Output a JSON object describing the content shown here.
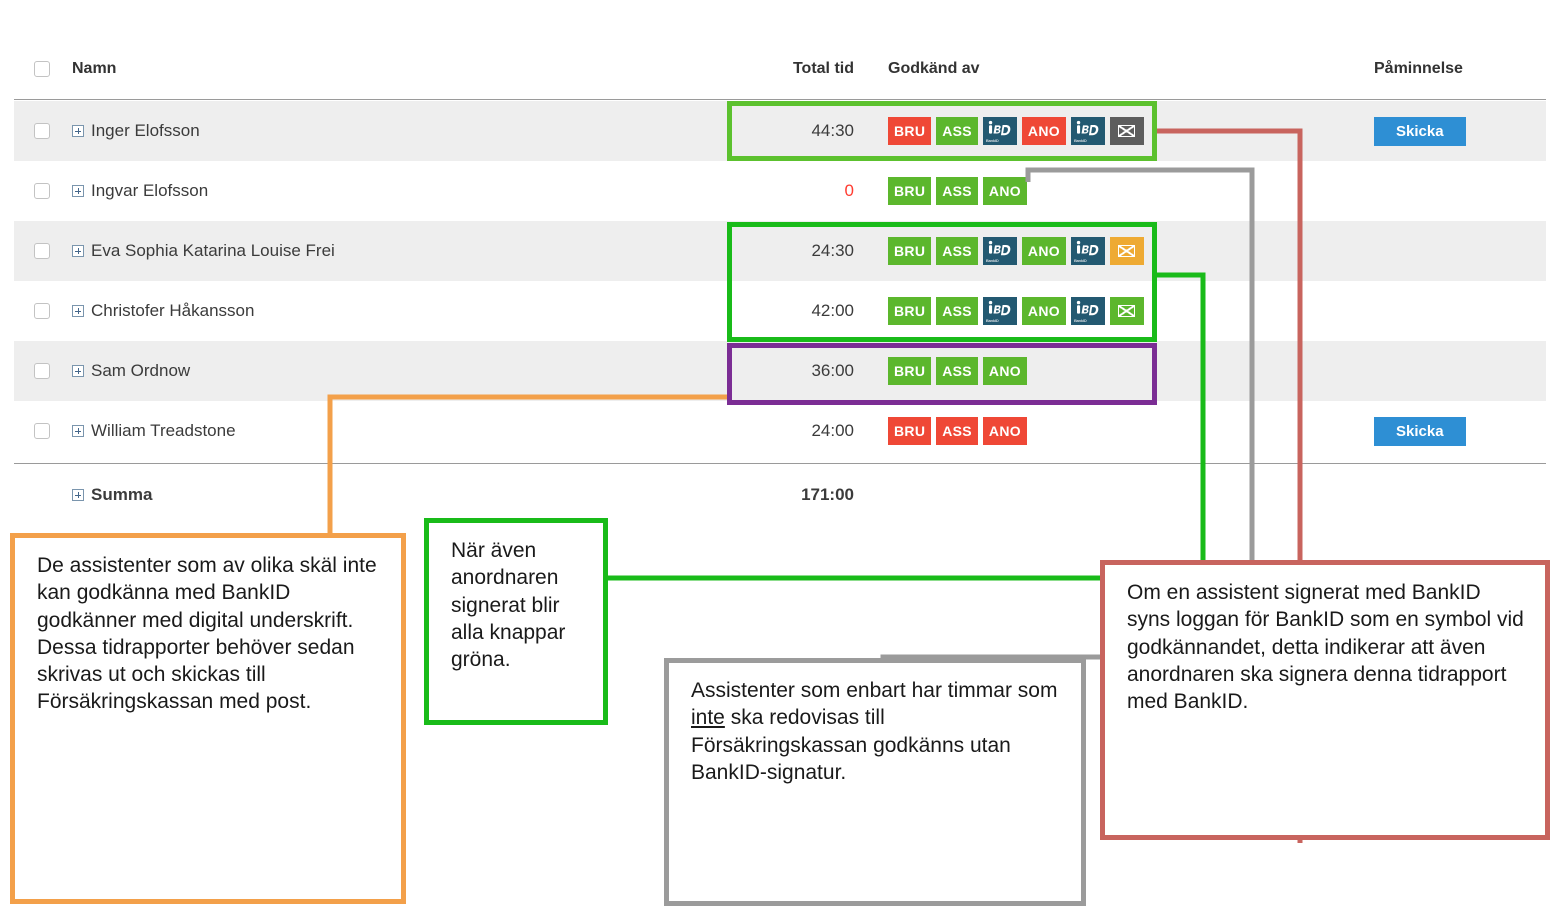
{
  "table": {
    "columns": {
      "select": "",
      "name": "Namn",
      "total_time": "Total tid",
      "approved_by": "Godkänd av",
      "reminder": "Påminnelse"
    },
    "rows": [
      {
        "name": "Inger Elofsson",
        "time": "44:30",
        "time_state": "normal",
        "badges": [
          {
            "label": "BRU",
            "type": "text",
            "color": "#ef4836"
          },
          {
            "label": "ASS",
            "type": "text",
            "color": "#5cb72d"
          },
          {
            "label": "bankid-icon",
            "type": "bankid",
            "color": "#235971"
          },
          {
            "label": "ANO",
            "type": "text",
            "color": "#ef4836"
          },
          {
            "label": "bankid-icon",
            "type": "bankid",
            "color": "#235971"
          },
          {
            "label": "envelope-icon",
            "type": "envelope",
            "color": "#5d5d5d"
          }
        ],
        "reminder": "Skicka"
      },
      {
        "name": "Ingvar Elofsson",
        "time": "0",
        "time_state": "zero",
        "badges": [
          {
            "label": "BRU",
            "type": "text",
            "color": "#5cb72d"
          },
          {
            "label": "ASS",
            "type": "text",
            "color": "#5cb72d"
          },
          {
            "label": "ANO",
            "type": "text",
            "color": "#5cb72d"
          }
        ],
        "reminder": ""
      },
      {
        "name": "Eva Sophia Katarina Louise Frei",
        "time": "24:30",
        "time_state": "normal",
        "badges": [
          {
            "label": "BRU",
            "type": "text",
            "color": "#5cb72d"
          },
          {
            "label": "ASS",
            "type": "text",
            "color": "#5cb72d"
          },
          {
            "label": "bankid-icon",
            "type": "bankid",
            "color": "#235971"
          },
          {
            "label": "ANO",
            "type": "text",
            "color": "#5cb72d"
          },
          {
            "label": "bankid-icon",
            "type": "bankid",
            "color": "#235971"
          },
          {
            "label": "envelope-icon",
            "type": "envelope",
            "color": "#eeaa33"
          }
        ],
        "reminder": ""
      },
      {
        "name": "Christofer Håkansson",
        "time": "42:00",
        "time_state": "normal",
        "badges": [
          {
            "label": "BRU",
            "type": "text",
            "color": "#5cb72d"
          },
          {
            "label": "ASS",
            "type": "text",
            "color": "#5cb72d"
          },
          {
            "label": "bankid-icon",
            "type": "bankid",
            "color": "#235971"
          },
          {
            "label": "ANO",
            "type": "text",
            "color": "#5cb72d"
          },
          {
            "label": "bankid-icon",
            "type": "bankid",
            "color": "#235971"
          },
          {
            "label": "envelope-icon",
            "type": "envelope",
            "color": "#5cb72d"
          }
        ],
        "reminder": ""
      },
      {
        "name": "Sam Ordnow",
        "time": "36:00",
        "time_state": "normal",
        "badges": [
          {
            "label": "BRU",
            "type": "text",
            "color": "#5cb72d"
          },
          {
            "label": "ASS",
            "type": "text",
            "color": "#5cb72d"
          },
          {
            "label": "ANO",
            "type": "text",
            "color": "#5cb72d"
          }
        ],
        "reminder": ""
      },
      {
        "name": "William Treadstone",
        "time": "24:00",
        "time_state": "normal",
        "badges": [
          {
            "label": "BRU",
            "type": "text",
            "color": "#ef4836"
          },
          {
            "label": "ASS",
            "type": "text",
            "color": "#ef4836"
          },
          {
            "label": "ANO",
            "type": "text",
            "color": "#ef4836"
          }
        ],
        "reminder": "Skicka"
      }
    ],
    "summary": {
      "name": "Summa",
      "time": "171:00"
    }
  },
  "annotations": [
    {
      "id": "orange",
      "color": "#f3a04a",
      "text": "De assistenter som av olika skäl inte kan godkänna med BankID godkänner med digital underskrift. Dessa tidrapporter behöver sedan skrivas ut och skickas till Försäkringskassan med post."
    },
    {
      "id": "green",
      "color": "#19bb19",
      "text": "När även anordnaren signerat blir alla knappar gröna."
    },
    {
      "id": "grey",
      "color": "#9b9b9b",
      "text_before": "Assistenter som enbart har timmar som ",
      "text_underline": "inte",
      "text_after": " ska redovisas till Försäkringskassan godkänns utan BankID-signatur."
    },
    {
      "id": "red",
      "color": "#c8645e",
      "text": "Om en assistent signerat med BankID syns loggan för BankID som en symbol vid godkännandet, detta indikerar att även anordnaren ska signera denna tidrapport med BankID."
    }
  ],
  "colors": {
    "approved": "#5cb72d",
    "not_approved": "#ef4836",
    "bankid": "#235971",
    "pending_mail": "#eeaa33",
    "sent_mail": "#5d5d5d",
    "button": "#2e8fd4",
    "highlight_green": "#19bb19",
    "highlight_purple": "#7b2d94",
    "highlight_orange": "#f3a04a",
    "highlight_red": "#c8645e",
    "highlight_grey": "#9b9b9b"
  }
}
